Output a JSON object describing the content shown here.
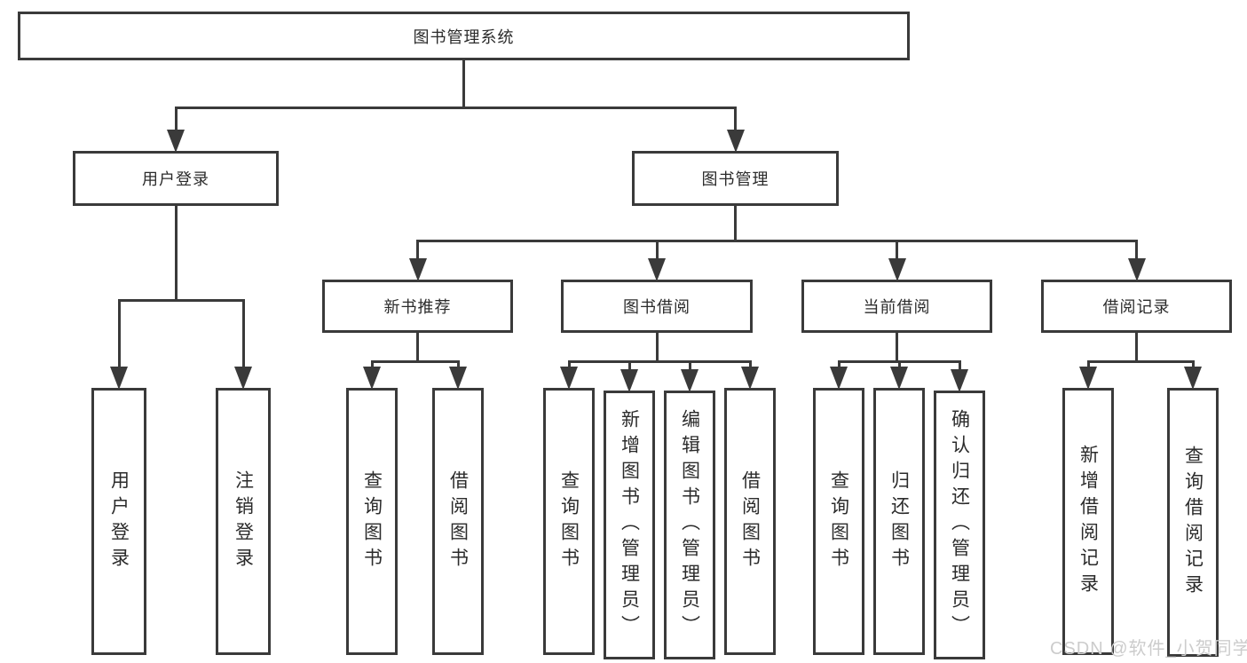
{
  "watermark": "CSDN @软件_小贺同学",
  "colors": {
    "line": "#3a3a3a",
    "text": "#2b2b2b",
    "background": "#ffffff",
    "watermark": "#cccccc"
  },
  "nodes": [
    {
      "id": "root",
      "label": "图书管理系统",
      "orientation": "horizontal"
    },
    {
      "id": "user-login",
      "label": "用户登录",
      "orientation": "horizontal"
    },
    {
      "id": "book-mgmt",
      "label": "图书管理",
      "orientation": "horizontal"
    },
    {
      "id": "new-book-rec",
      "label": "新书推荐",
      "orientation": "horizontal"
    },
    {
      "id": "book-borrow",
      "label": "图书借阅",
      "orientation": "horizontal"
    },
    {
      "id": "current-borrow",
      "label": "当前借阅",
      "orientation": "horizontal"
    },
    {
      "id": "borrow-records",
      "label": "借阅记录",
      "orientation": "horizontal"
    },
    {
      "id": "leaf-user-login",
      "label": "用户登录",
      "orientation": "vertical"
    },
    {
      "id": "leaf-logout",
      "label": "注销登录",
      "orientation": "vertical"
    },
    {
      "id": "leaf-rec-search",
      "label": "查询图书",
      "orientation": "vertical"
    },
    {
      "id": "leaf-rec-borrow",
      "label": "借阅图书",
      "orientation": "vertical"
    },
    {
      "id": "leaf-bb-search",
      "label": "查询图书",
      "orientation": "vertical"
    },
    {
      "id": "leaf-bb-add",
      "label": "新增图书（管理员）",
      "orientation": "vertical"
    },
    {
      "id": "leaf-bb-edit",
      "label": "编辑图书（管理员）",
      "orientation": "vertical"
    },
    {
      "id": "leaf-bb-borrow",
      "label": "借阅图书",
      "orientation": "vertical"
    },
    {
      "id": "leaf-cb-search",
      "label": "查询图书",
      "orientation": "vertical"
    },
    {
      "id": "leaf-cb-return",
      "label": "归还图书",
      "orientation": "vertical"
    },
    {
      "id": "leaf-cb-confirm",
      "label": "确认归还（管理员）",
      "orientation": "vertical"
    },
    {
      "id": "leaf-br-add",
      "label": "新增借阅记录",
      "orientation": "vertical"
    },
    {
      "id": "leaf-br-search",
      "label": "查询借阅记录",
      "orientation": "vertical"
    }
  ],
  "edges": [
    {
      "from": "root",
      "to": [
        "user-login",
        "book-mgmt"
      ]
    },
    {
      "from": "user-login",
      "to": [
        "leaf-user-login",
        "leaf-logout"
      ]
    },
    {
      "from": "book-mgmt",
      "to": [
        "new-book-rec",
        "book-borrow",
        "current-borrow",
        "borrow-records"
      ]
    },
    {
      "from": "new-book-rec",
      "to": [
        "leaf-rec-search",
        "leaf-rec-borrow"
      ]
    },
    {
      "from": "book-borrow",
      "to": [
        "leaf-bb-search",
        "leaf-bb-add",
        "leaf-bb-edit",
        "leaf-bb-borrow"
      ]
    },
    {
      "from": "current-borrow",
      "to": [
        "leaf-cb-search",
        "leaf-cb-return",
        "leaf-cb-confirm"
      ]
    },
    {
      "from": "borrow-records",
      "to": [
        "leaf-br-add",
        "leaf-br-search"
      ]
    }
  ]
}
